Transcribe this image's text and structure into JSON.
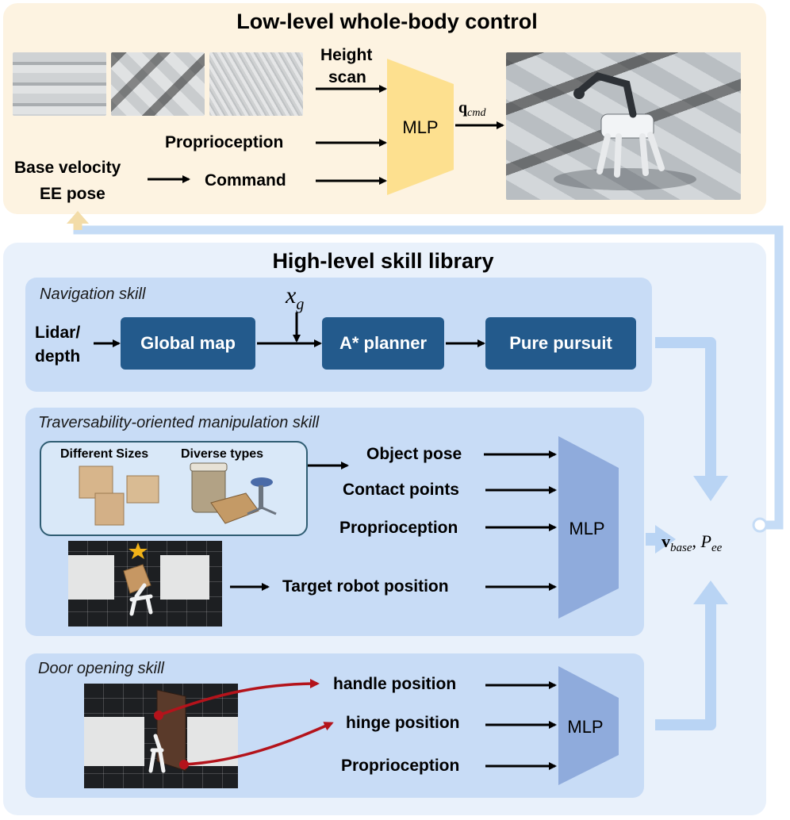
{
  "low_level": {
    "title": "Low-level whole-body control",
    "height_scan": [
      "Height",
      "scan"
    ],
    "proprioception": "Proprioception",
    "command": "Command",
    "base_velocity": "Base velocity",
    "ee_pose": "EE pose",
    "mlp": "MLP",
    "q_cmd": {
      "main": "q",
      "sub": "cmd"
    }
  },
  "high_level": {
    "title": "High-level skill library",
    "navigation": {
      "title": "Navigation skill",
      "input": [
        "Lidar/",
        "depth"
      ],
      "global_map": "Global map",
      "goal": {
        "main": "x",
        "sub": "g"
      },
      "planner": "A* planner",
      "pursuit": "Pure pursuit"
    },
    "manipulation": {
      "title": "Traversability-oriented manipulation skill",
      "different_sizes": "Different Sizes",
      "diverse_types": "Diverse types",
      "object_pose": "Object pose",
      "contact_points": "Contact points",
      "proprioception": "Proprioception",
      "target_robot_position": "Target robot position",
      "mlp": "MLP"
    },
    "door": {
      "title": "Door opening skill",
      "handle_position": "handle position",
      "hinge_position": "hinge position",
      "proprioception": "Proprioception",
      "mlp": "MLP"
    },
    "output": {
      "v": "v",
      "v_sub": "base",
      "sep": ", ",
      "p": "P",
      "p_sub": "ee"
    }
  },
  "colors": {
    "low_panel": "#fdf3e1",
    "high_panel": "#e9f1fb",
    "sub_panel": "#c8dcf6",
    "dark_box": "#235a8c",
    "mlp_low": "#fde08f",
    "mlp_high": "#8fabdc",
    "flow_arrow": "#b9d4f4",
    "red_arrow": "#b4131b"
  }
}
